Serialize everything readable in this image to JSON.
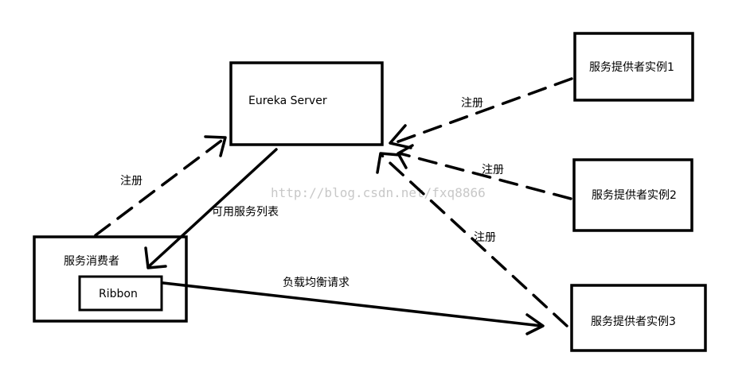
{
  "nodes": {
    "eureka_server": "Eureka Server",
    "consumer": "服务消费者",
    "ribbon": "Ribbon",
    "provider1": "服务提供者实例1",
    "provider2": "服务提供者实例2",
    "provider3": "服务提供者实例3"
  },
  "edges": {
    "consumer_register": "注册",
    "service_list": "可用服务列表",
    "provider1_register": "注册",
    "provider2_register": "注册",
    "provider3_register": "注册",
    "load_balance": "负载均衡请求"
  },
  "watermark": "http://blog.csdn.net/fxq8866"
}
